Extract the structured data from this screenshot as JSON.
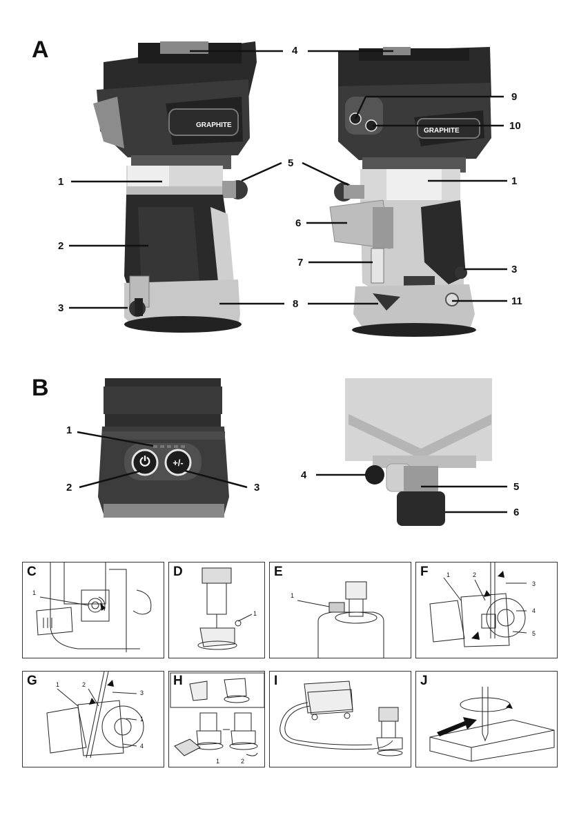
{
  "section_a": {
    "letter": "A",
    "left_view": {
      "brand": "GRAPHITE",
      "callouts": [
        "4",
        "1",
        "5",
        "2",
        "3",
        "8"
      ]
    },
    "right_view": {
      "brand": "GRAPHITE",
      "callouts": [
        "9",
        "10",
        "1",
        "6",
        "7",
        "3",
        "11"
      ]
    }
  },
  "section_b": {
    "letter": "B",
    "left_view": {
      "button_power_symbol": "⏻",
      "button_plusminus": "+/-",
      "callouts": [
        "1",
        "2",
        "3"
      ]
    },
    "right_view": {
      "callouts": [
        "4",
        "5",
        "6"
      ]
    }
  },
  "panels": [
    {
      "letter": "C",
      "labels": [
        "1"
      ]
    },
    {
      "letter": "D",
      "labels": [
        "1"
      ]
    },
    {
      "letter": "E",
      "labels": [
        "1"
      ]
    },
    {
      "letter": "F",
      "labels": [
        "1",
        "2",
        "3",
        "4",
        "5"
      ]
    },
    {
      "letter": "G",
      "labels": [
        "1",
        "2",
        "3",
        "1",
        "4"
      ]
    },
    {
      "letter": "H",
      "labels": [
        "1",
        "2"
      ]
    },
    {
      "letter": "I",
      "labels": []
    },
    {
      "letter": "J",
      "labels": []
    }
  ],
  "icons": {
    "power": "power-icon",
    "rotate_arrow": "rotate-arrow-icon",
    "push_arrow": "push-arrow-icon"
  },
  "colors": {
    "housing_dark": "#2a2a2a",
    "housing_mid": "#444444",
    "metal_light": "#c8c8c8",
    "metal_mid": "#9a9a9a",
    "line": "#111111"
  }
}
